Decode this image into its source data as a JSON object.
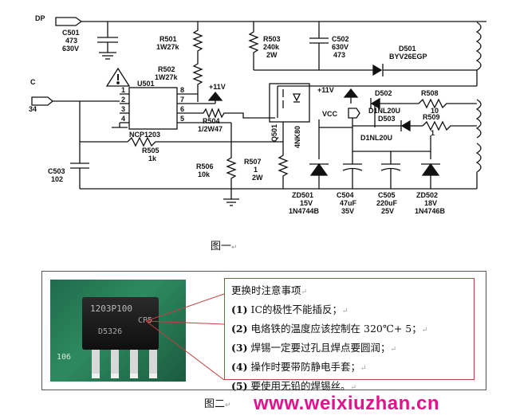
{
  "figure1_caption": "图一",
  "figure2_caption": "图二",
  "return_mark": "↵",
  "schematic": {
    "labels": {
      "dp": "DP",
      "c_left": "C",
      "n34": "34",
      "c501": "C501",
      "c501_v1": "473",
      "c501_v2": "630V",
      "r501": "R501",
      "r501_v": "1W27k",
      "r502": "R502",
      "r502_v": "1W27k",
      "u501": "U501",
      "ncp1203": "NCP1203",
      "p11v_1": "+11V",
      "r504": "R504",
      "r504_v": "1/2W47",
      "r505": "R505",
      "r505_v": "1k",
      "r506": "R506",
      "r506_v": "10k",
      "r507": "R507",
      "r507_v1": "1",
      "r507_v2": "2W",
      "c503": "C503",
      "c503_v": "102",
      "r503": "R503",
      "r503_v1": "240k",
      "r503_v2": "2W",
      "c502": "C502",
      "c502_v1": "630V",
      "c502_v2": "473",
      "d501": "D501",
      "d501_v": "BYV26EGP",
      "q501": "Q501",
      "q501_part": "4NK80",
      "p11v_2": "+11V",
      "vcc": "VCC",
      "d502": "D502",
      "d502_v": "D1NL20U",
      "r508": "R508",
      "r508_v": "10",
      "d503": "D503",
      "d503_v": "D1NL20U",
      "r509": "R509",
      "r509_v": "1",
      "zd501": "ZD501",
      "zd501_v1": "15V",
      "zd501_v2": "1N4744B",
      "c504": "C504",
      "c504_v1": "47uF",
      "c504_v2": "35V",
      "c505": "C505",
      "c505_v1": "220uF",
      "c505_v2": "25V",
      "zd502": "ZD502",
      "zd502_v1": "18V",
      "zd502_v2": "1N4746B",
      "pins": [
        "1",
        "2",
        "3",
        "4",
        "8",
        "7",
        "6",
        "5"
      ]
    }
  },
  "photo": {
    "chip_text1": "1203P100",
    "chip_text2": "D5326",
    "chip_text3": "CP5",
    "board_text": "106"
  },
  "notes": {
    "title": "更换时注意事项",
    "items": [
      {
        "num": "(1)",
        "text": "IC的极性不能插反；"
      },
      {
        "num": "(2)",
        "text": "电烙铁的温度应该控制在 320℃+ 5；"
      },
      {
        "num": "(3)",
        "text": "焊锡一定要过孔且焊点要圆润；"
      },
      {
        "num": "(4)",
        "text": "操作时要带防静电手套；"
      },
      {
        "num": "(5)",
        "text": "要使用无铅的焊锡丝。"
      }
    ]
  },
  "watermark": "www.weixiuzhan.cn"
}
